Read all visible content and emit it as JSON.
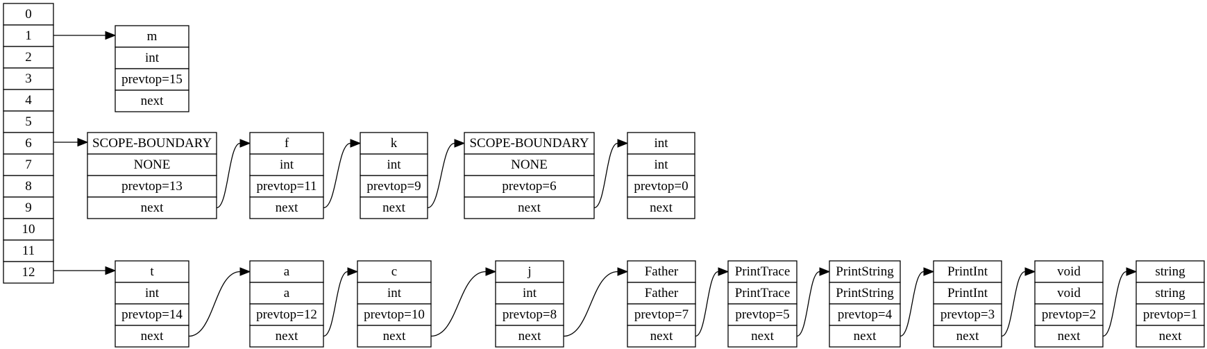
{
  "hash_table": {
    "slots": [
      "0",
      "1",
      "2",
      "3",
      "4",
      "5",
      "6",
      "7",
      "8",
      "9",
      "10",
      "11",
      "12"
    ]
  },
  "chains": [
    {
      "slot": "1",
      "nodes": [
        {
          "name": "m",
          "type": "int",
          "prevtop": "prevtop=15",
          "next": "next"
        }
      ]
    },
    {
      "slot": "6",
      "nodes": [
        {
          "name": "SCOPE-BOUNDARY",
          "type": "NONE",
          "prevtop": "prevtop=13",
          "next": "next"
        },
        {
          "name": "f",
          "type": "int",
          "prevtop": "prevtop=11",
          "next": "next"
        },
        {
          "name": "k",
          "type": "int",
          "prevtop": "prevtop=9",
          "next": "next"
        },
        {
          "name": "SCOPE-BOUNDARY",
          "type": "NONE",
          "prevtop": "prevtop=6",
          "next": "next"
        },
        {
          "name": "int",
          "type": "int",
          "prevtop": "prevtop=0",
          "next": "next"
        }
      ]
    },
    {
      "slot": "12",
      "nodes": [
        {
          "name": "t",
          "type": "int",
          "prevtop": "prevtop=14",
          "next": "next"
        },
        {
          "name": "a",
          "type": "a",
          "prevtop": "prevtop=12",
          "next": "next"
        },
        {
          "name": "c",
          "type": "int",
          "prevtop": "prevtop=10",
          "next": "next"
        },
        {
          "name": "j",
          "type": "int",
          "prevtop": "prevtop=8",
          "next": "next"
        },
        {
          "name": "Father",
          "type": "Father",
          "prevtop": "prevtop=7",
          "next": "next"
        },
        {
          "name": "PrintTrace",
          "type": "PrintTrace",
          "prevtop": "prevtop=5",
          "next": "next"
        },
        {
          "name": "PrintString",
          "type": "PrintString",
          "prevtop": "prevtop=4",
          "next": "next"
        },
        {
          "name": "PrintInt",
          "type": "PrintInt",
          "prevtop": "prevtop=3",
          "next": "next"
        },
        {
          "name": "void",
          "type": "void",
          "prevtop": "prevtop=2",
          "next": "next"
        },
        {
          "name": "string",
          "type": "string",
          "prevtop": "prevtop=1",
          "next": "next"
        }
      ]
    }
  ]
}
